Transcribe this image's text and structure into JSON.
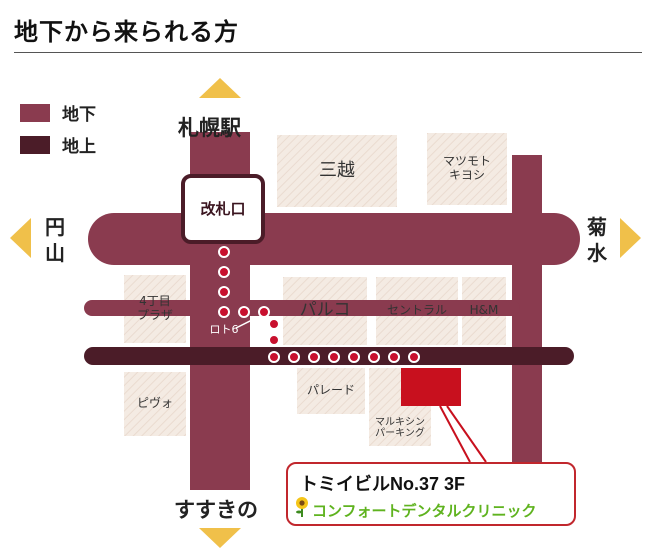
{
  "title": "地下から来られる方",
  "legend": [
    {
      "label": "地下",
      "color": "#8a3b4f"
    },
    {
      "label": "地上",
      "color": "#4b1c28"
    }
  ],
  "directions": {
    "north": "札幌駅",
    "south": "すすきの",
    "west": "円山",
    "east": "菊水"
  },
  "ticket_gate": "改札口",
  "buildings": {
    "mitsukoshi": "三越",
    "matsumoto": "マツモト\nキヨシ",
    "plaza": "4丁目\nプラザ",
    "parco": "パルコ",
    "central": "セントラル",
    "hm": "H&M",
    "loto6": "ロト6",
    "pivo": "ピヴォ",
    "parade": "パレード",
    "marukishin": "マルキシン\nパーキング"
  },
  "destination": {
    "title": "トミイビルNo.37 3F",
    "clinic": "コンフォートデンタルクリニック"
  },
  "colors": {
    "underground": "#8a3b4f",
    "surface": "#4b1c28",
    "building": "#f3e9e1",
    "arrow": "#f0c04a",
    "route_dot": "#c8102e",
    "destination": "#c8101e",
    "clinic_text": "#5fb31f"
  }
}
